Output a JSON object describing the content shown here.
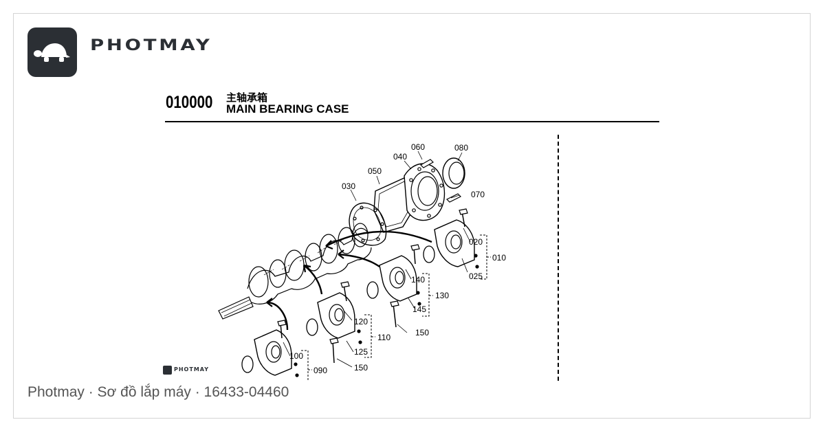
{
  "brand": {
    "name": "PHOTMAY",
    "logo_icon": "turtle-icon",
    "accent_color": "#2b2f34"
  },
  "section": {
    "code": "010000",
    "title_cn": "主轴承箱",
    "title_en": "MAIN BEARING CASE"
  },
  "diagram": {
    "part_numbers": [
      "060",
      "080",
      "050",
      "040",
      "030",
      "070",
      "020",
      "010",
      "025",
      "140",
      "130",
      "145",
      "150",
      "120",
      "110",
      "125",
      "100",
      "090",
      "150"
    ]
  },
  "watermark": {
    "text": "PHOTMAY"
  },
  "caption": "Photmay · Sơ đồ lắp máy · 16433-04460"
}
